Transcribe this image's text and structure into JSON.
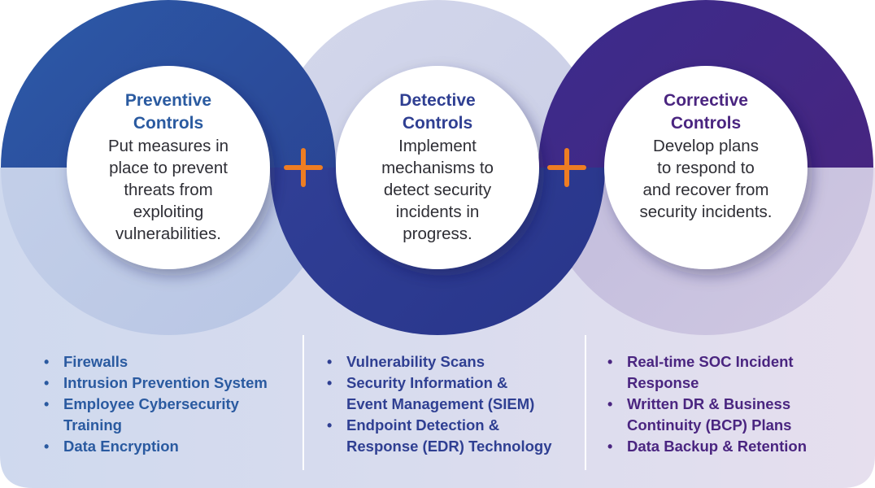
{
  "colors": {
    "preventive": "#2a5aa0",
    "detective": "#2f3f92",
    "corrective": "#4a2580",
    "plus": "#ee7d22"
  },
  "circles": [
    {
      "title_line1": "Preventive",
      "title_line2": "Controls",
      "description": [
        "Put measures in",
        "place to prevent",
        "threats from",
        "exploiting",
        "vulnerabilities."
      ]
    },
    {
      "title_line1": "Detective",
      "title_line2": "Controls",
      "description": [
        "Implement",
        "mechanisms to",
        "detect security",
        "incidents in",
        "progress."
      ]
    },
    {
      "title_line1": "Corrective",
      "title_line2": "Controls",
      "description": [
        "Develop plans",
        "to respond to",
        "and recover from",
        "security incidents."
      ]
    }
  ],
  "operators": [
    "+",
    "+"
  ],
  "lists": [
    {
      "items": [
        {
          "lines": [
            "Firewalls"
          ]
        },
        {
          "lines": [
            "Intrusion Prevention System"
          ]
        },
        {
          "lines": [
            "Employee Cybersecurity",
            "Training"
          ]
        },
        {
          "lines": [
            "Data Encryption"
          ]
        }
      ]
    },
    {
      "items": [
        {
          "lines": [
            "Vulnerability Scans"
          ]
        },
        {
          "lines": [
            "Security Information &",
            "Event Management (SIEM)"
          ]
        },
        {
          "lines": [
            "Endpoint Detection &",
            "Response (EDR) Technology"
          ]
        }
      ]
    },
    {
      "items": [
        {
          "lines": [
            "Real-time SOC Incident",
            "Response"
          ]
        },
        {
          "lines": [
            "Written DR & Business",
            "Continuity (BCP) Plans"
          ]
        },
        {
          "lines": [
            "Data Backup & Retention"
          ]
        }
      ]
    }
  ]
}
